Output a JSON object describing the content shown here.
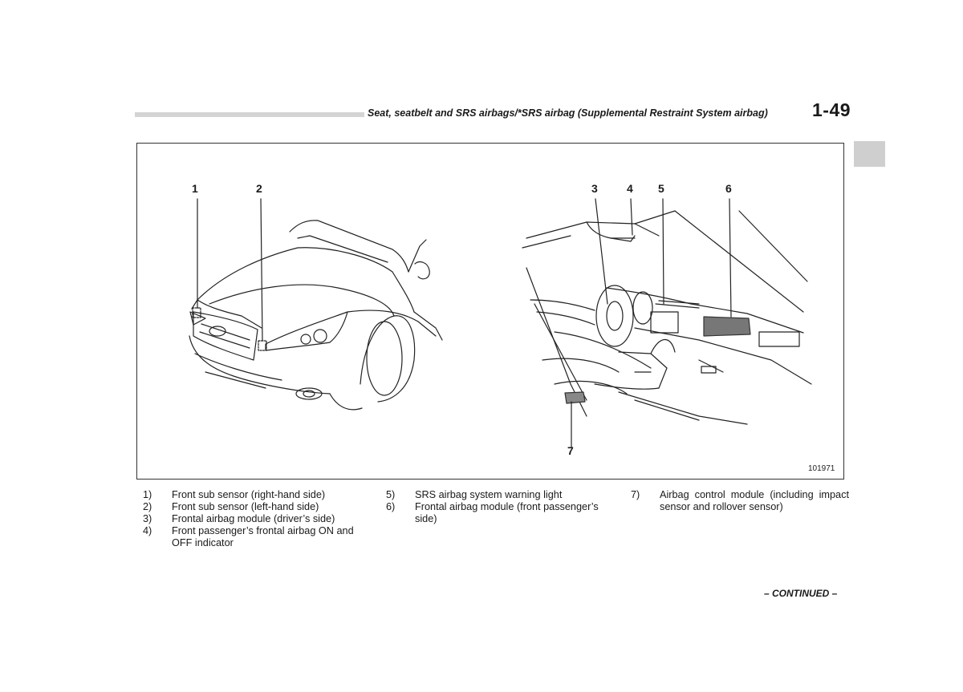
{
  "header": {
    "title": "Seat, seatbelt and SRS airbags/*SRS airbag (Supplemental Restraint System airbag)",
    "page_number": "1-49"
  },
  "figure": {
    "callouts": [
      "1",
      "2",
      "3",
      "4",
      "5",
      "6",
      "7"
    ],
    "figure_id": "101971"
  },
  "legend": [
    {
      "num": "1)",
      "text": "Front sub sensor (right-hand side)"
    },
    {
      "num": "2)",
      "text": "Front sub sensor (left-hand side)"
    },
    {
      "num": "3)",
      "text": "Frontal airbag module (driver’s side)"
    },
    {
      "num": "4)",
      "text": "Front passenger’s frontal airbag ON and OFF indicator"
    },
    {
      "num": "5)",
      "text": "SRS airbag system warning light"
    },
    {
      "num": "6)",
      "text": "Frontal airbag module (front passenger’s side)"
    },
    {
      "num": "7)",
      "text": "Airbag control module (including impact sensor and rollover sensor)"
    }
  ],
  "footer": {
    "continued": "– CONTINUED –"
  }
}
